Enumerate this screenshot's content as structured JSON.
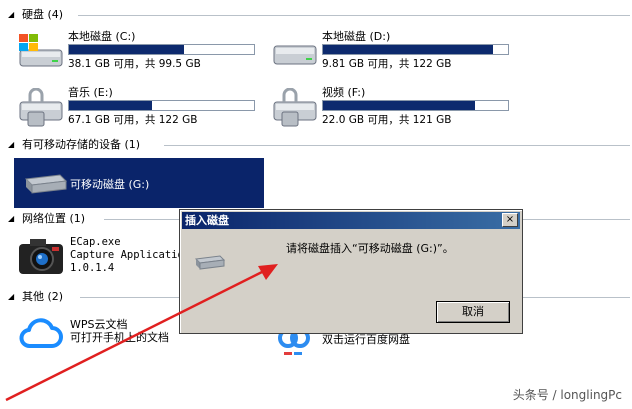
{
  "groups": {
    "hard_disks": "硬盘 (4)",
    "removable": "有可移动存储的设备 (1)",
    "network": "网络位置 (1)",
    "other": "其他 (2)"
  },
  "drives": [
    {
      "name": "本地磁盘 (C:)",
      "free": "38.1 GB 可用，共 99.5 GB",
      "used_fraction": 0.62
    },
    {
      "name": "本地磁盘 (D:)",
      "free": "9.81 GB 可用，共 122 GB",
      "used_fraction": 0.92
    },
    {
      "name": "音乐 (E:)",
      "free": "67.1 GB 可用，共 122 GB",
      "used_fraction": 0.45
    },
    {
      "name": "视频 (F:)",
      "free": "22.0 GB 可用，共 121 GB",
      "used_fraction": 0.82
    }
  ],
  "removable": {
    "name": "可移动磁盘 (G:)"
  },
  "network_item": {
    "line1": "ECap.exe",
    "line2": "Capture Applicatio",
    "line3": "1.0.1.4"
  },
  "other_items": [
    {
      "line1": "WPS云文档",
      "line2": "可打开手机上的文档"
    },
    {
      "line1": "双击运行百度网盘"
    }
  ],
  "dialog": {
    "title": "插入磁盘",
    "message": "请将磁盘插入“可移动磁盘 (G:)”。",
    "close_glyph": "×",
    "cancel_label": "取消"
  },
  "watermark": "头条号 / longlingPc",
  "colors": {
    "selection": "#0a246a",
    "bar_fill": "#0d2a6e",
    "arrow": "#e02020",
    "dialog_face": "#d4d0c8"
  }
}
